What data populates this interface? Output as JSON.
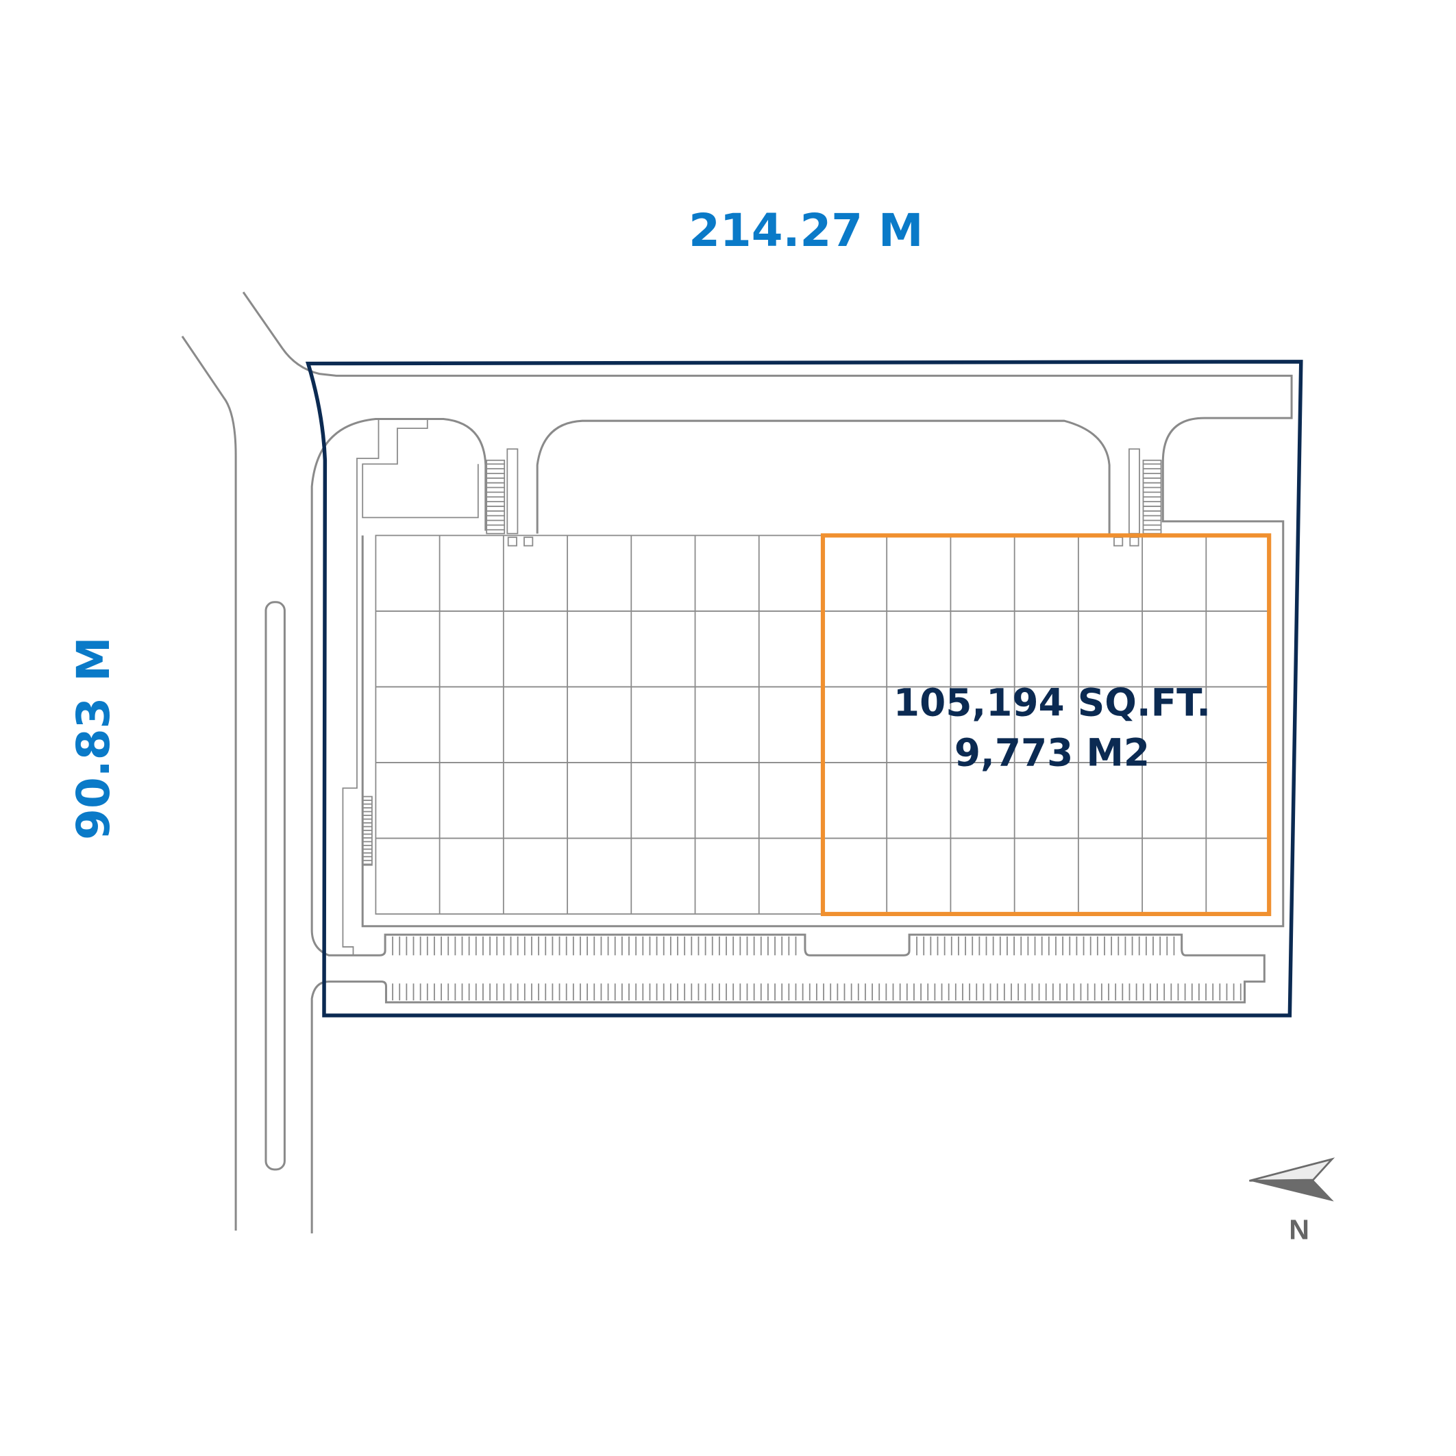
{
  "dimensions": {
    "width_label": "214.27 M",
    "depth_label": "90.83 M"
  },
  "unit": {
    "area_sqft": "105,194 SQ.FT.",
    "area_m2": "9,773 M2"
  },
  "north_arrow": {
    "label": "N",
    "icon": "north-arrow-icon"
  },
  "colors": {
    "property_boundary": "#0b2a52",
    "highlighted_unit": "#f0902f",
    "dimension_text": "#0a7ac8",
    "linework": "#8a8a8a"
  }
}
